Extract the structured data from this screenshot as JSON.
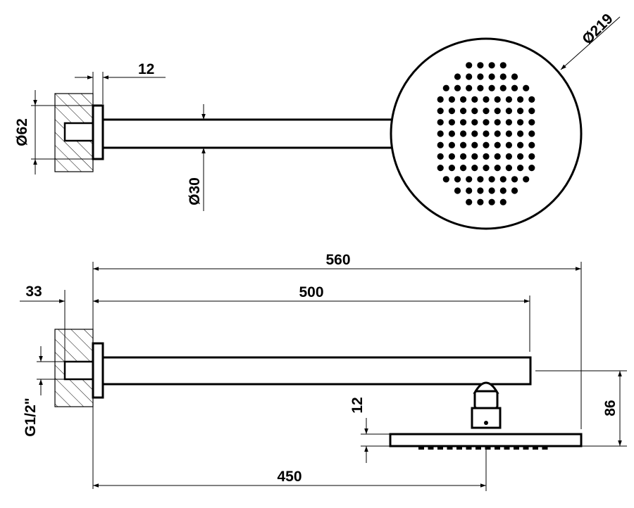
{
  "colors": {
    "line": "#000000",
    "background": "#ffffff"
  },
  "dimensions": {
    "plan_diameter_head": "Ø219",
    "plan_flange_depth": "12",
    "plan_diameter_flange": "Ø62",
    "plan_diameter_arm": "Ø30",
    "overall_length": "560",
    "arm_length": "500",
    "wall_offset": "33",
    "thread": "G1/2\"",
    "head_thickness": "12",
    "head_drop": "86",
    "head_center": "450"
  },
  "nozzles": {
    "rows": [
      4,
      6,
      8,
      9,
      9,
      9,
      9,
      9,
      9,
      9,
      8,
      6,
      4
    ]
  }
}
